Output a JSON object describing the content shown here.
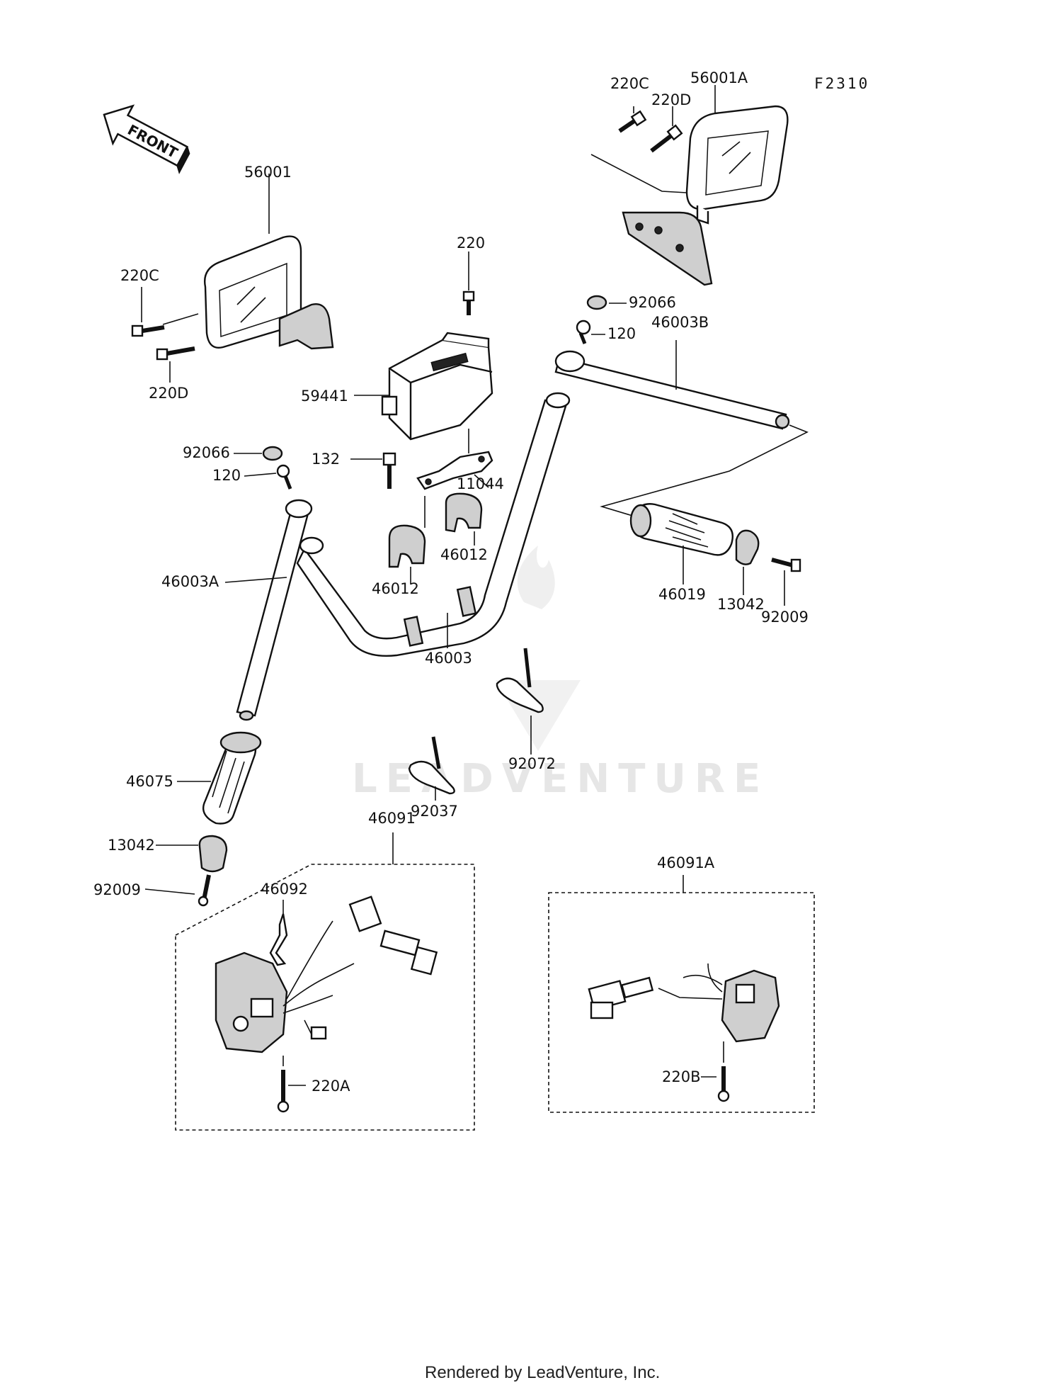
{
  "figure_code": "F2310",
  "front_arrow_label": "FRONT",
  "watermark": "LEADVENTURE",
  "footer": "Rendered by LeadVenture, Inc.",
  "callouts": {
    "c220C_r": "220C",
    "c56001A": "56001A",
    "c220D_r": "220D",
    "c56001": "56001",
    "c220": "220",
    "c220C_l": "220C",
    "c92066_r": "92066",
    "c120_r": "120",
    "c46003B": "46003B",
    "c220D_l": "220D",
    "c59441": "59441",
    "c92066_l": "92066",
    "c132": "132",
    "c120_l": "120",
    "c11044": "11044",
    "c46003A": "46003A",
    "c46012_r": "46012",
    "c46012_l": "46012",
    "c46019": "46019",
    "c13042_r": "13042",
    "c92009_r": "92009",
    "c46003": "46003",
    "c92072": "92072",
    "c46075": "46075",
    "c92037": "92037",
    "c46091": "46091",
    "c13042_l": "13042",
    "c92009_l": "92009",
    "c46092": "46092",
    "c46091A": "46091A",
    "c220A": "220A",
    "c220B": "220B"
  }
}
